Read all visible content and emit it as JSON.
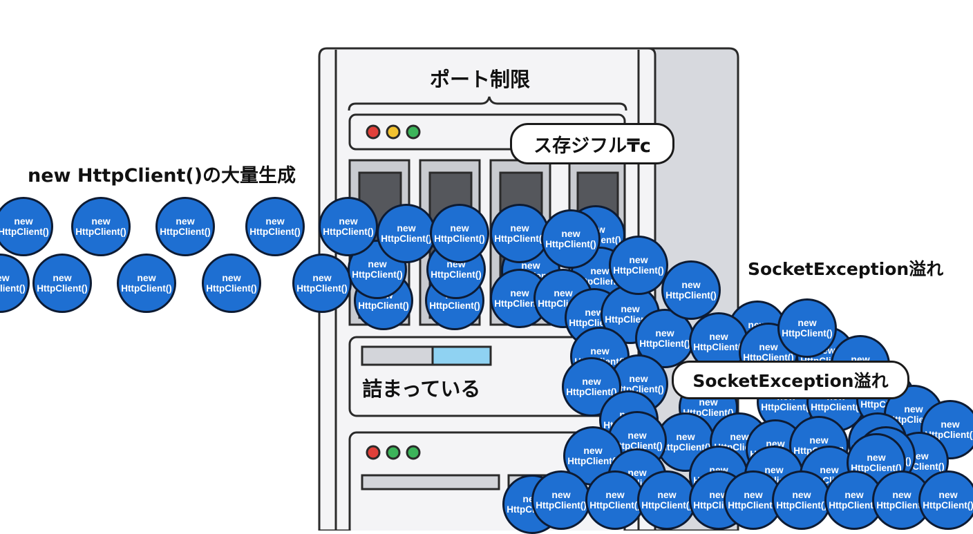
{
  "labels": {
    "title_left": "new HttpClient()の大量生成",
    "title_port": "ポート制限",
    "state_pill": "ス存ジフル₸c",
    "clogged": "詰まっている",
    "overflow_right": "SocketException溢れ",
    "overflow_pill": "SocketException溢れ"
  },
  "token": {
    "line1": "new",
    "line2": "HttpClient()"
  },
  "colors": {
    "token_fill": "#1e6fd2",
    "token_border": "#0d1b33",
    "server_body": "#f4f4f6",
    "server_side": "#d7d9de",
    "outline": "#2a2a2a",
    "led_red": "#e0403a",
    "led_yellow": "#f2c230",
    "led_green": "#3cb45a",
    "bar_blue": "#8fd2f2",
    "bar_gray": "#d3d5da"
  }
}
